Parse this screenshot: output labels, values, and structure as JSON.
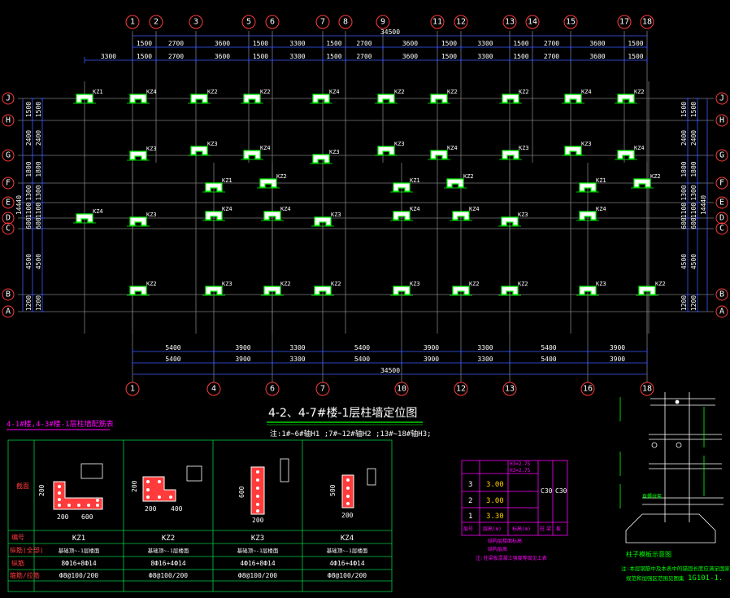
{
  "axes_top": [
    "1",
    "2",
    "3",
    "5",
    "6",
    "7",
    "8",
    "9",
    "11",
    "12",
    "13",
    "14",
    "15",
    "17",
    "18"
  ],
  "axes_bottom": [
    "1",
    "4",
    "6",
    "7",
    "10",
    "12",
    "13",
    "16",
    "18"
  ],
  "axes_rows": [
    "J",
    "H",
    "G",
    "F",
    "E",
    "D",
    "C",
    "B",
    "A"
  ],
  "dims_top_row1": [
    "1500",
    "2700",
    "3600",
    "1500",
    "3300",
    "1500",
    "2700",
    "3600",
    "1500",
    "3300",
    "1500",
    "2700",
    "3600",
    "1500"
  ],
  "dims_top_row2": [
    "3300",
    "1500",
    "2700",
    "3600",
    "1500",
    "3300",
    "1500",
    "2700",
    "3600",
    "1500",
    "3300",
    "1500",
    "2700",
    "3600",
    "1500"
  ],
  "dims_top_total": "34500",
  "dims_bottom_row1": [
    "5400",
    "3900",
    "3300",
    "5400",
    "3900",
    "3300",
    "5400",
    "3900"
  ],
  "dims_bottom_row2": [
    "5400",
    "3900",
    "3300",
    "5400",
    "3900",
    "3300",
    "5400",
    "3900"
  ],
  "dims_bottom_total": "34500",
  "dims_left_inner": [
    "1500",
    "2400",
    "1800",
    "1300",
    "1100",
    "600",
    "4500",
    "1200"
  ],
  "dims_left_total": "14440",
  "title": "4-2、4-7#楼-1层柱墙定位图",
  "note": "注:1#~6#轴H1 ;7#~12#轴H2 ;13#~18#轴H3;",
  "legend_title": "4-1#楼,4-3#楼-1层柱墙配筋表",
  "column_labels": [
    "KZ1",
    "KZ2",
    "KZ3",
    "KZ4",
    "KZ1",
    "KZ2",
    "KZ3",
    "KZ4"
  ],
  "table": {
    "row_labels": [
      "截面",
      "编号",
      "纵筋(全部)",
      "纵筋",
      "箍筋/拉筋"
    ],
    "columns": [
      {
        "name": "KZ1",
        "dims": [
          "200",
          "200",
          "600"
        ],
        "note": "基础顶~-1层楼面",
        "rebar": "8Ф16+8Ф14",
        "stirrup": "Ф8@100/200"
      },
      {
        "name": "KZ2",
        "dims": [
          "200",
          "200",
          "400"
        ],
        "note": "基础顶~-1层楼面",
        "rebar": "8Ф16+4Ф14",
        "stirrup": "Ф8@100/200"
      },
      {
        "name": "KZ3",
        "dims": [
          "200",
          "600"
        ],
        "note": "基础顶~-1层楼面",
        "rebar": "4Ф16+8Ф14",
        "stirrup": "Ф8@100/200"
      },
      {
        "name": "KZ4",
        "dims": [
          "200",
          "500"
        ],
        "note": "基础顶~-1层楼面",
        "rebar": "4Ф16+4Ф14",
        "stirrup": "Ф8@100/200"
      }
    ]
  },
  "floor_table": {
    "rows": [
      {
        "floor": "3",
        "height": "3.00",
        "h": "H3=2.75",
        "c": "C30"
      },
      {
        "floor": "2",
        "height": "3.00",
        "h": "H3=2.75",
        "c": "C30"
      },
      {
        "floor": "1",
        "height": "3.30",
        "h": "",
        "c": ""
      }
    ],
    "header": [
      "层号",
      "层高(m)",
      "标高(m)",
      "柱",
      "梁",
      "板"
    ],
    "caption1": "结构层楼面标高",
    "caption2": "结构层高",
    "caption3": "注:柱梁板混凝土强度等级见上表"
  },
  "detail": {
    "title": "柱子模板示意图",
    "note1": "注:本层钢筋中及本表中的锚固长度应满足国家规范",
    "note2": "规范和加强区范围见图集",
    "code": "1G101-1.",
    "labels": [
      "柱子模板示意图"
    ]
  },
  "colors": {
    "background": "#000000",
    "bubble": "#ff3b3b",
    "dim": "#3c5cff",
    "grid": "#7d7d7d",
    "column": "#ffffff",
    "accent": "#ff00ff"
  }
}
